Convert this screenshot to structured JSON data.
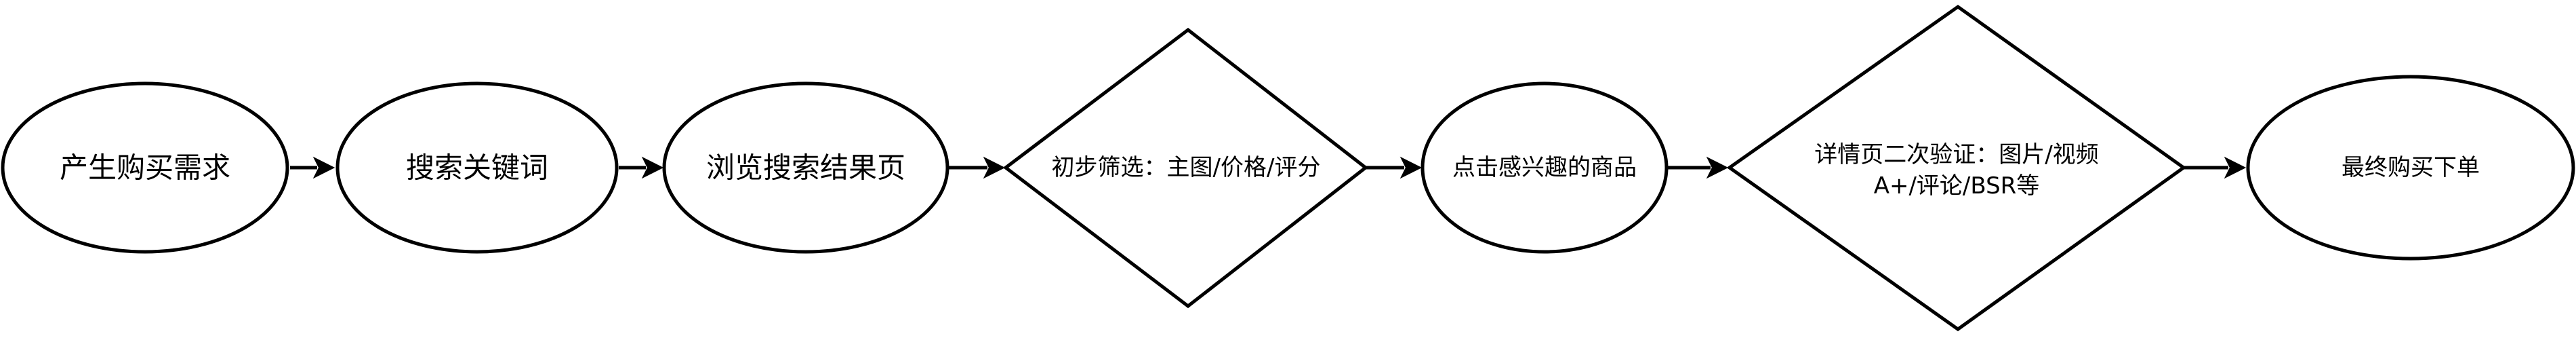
{
  "diagram": {
    "type": "flowchart",
    "direction": "left-to-right",
    "nodes": [
      {
        "id": "n1",
        "shape": "ellipse",
        "label": "产生购买需求"
      },
      {
        "id": "n2",
        "shape": "ellipse",
        "label": "搜索关键词"
      },
      {
        "id": "n3",
        "shape": "ellipse",
        "label": "浏览搜索结果页"
      },
      {
        "id": "n4",
        "shape": "diamond",
        "label": "初步筛选：主图/价格/评分"
      },
      {
        "id": "n5",
        "shape": "ellipse",
        "label": "点击感兴趣的商品"
      },
      {
        "id": "n6",
        "shape": "diamond",
        "label_line1": "详情页二次验证：图片/视频",
        "label_line2": "A+/评论/BSR等"
      },
      {
        "id": "n7",
        "shape": "ellipse",
        "label": "最终购买下单"
      }
    ],
    "edges": [
      {
        "from": "n1",
        "to": "n2"
      },
      {
        "from": "n2",
        "to": "n3"
      },
      {
        "from": "n3",
        "to": "n4"
      },
      {
        "from": "n4",
        "to": "n5"
      },
      {
        "from": "n5",
        "to": "n6"
      },
      {
        "from": "n6",
        "to": "n7"
      }
    ]
  }
}
